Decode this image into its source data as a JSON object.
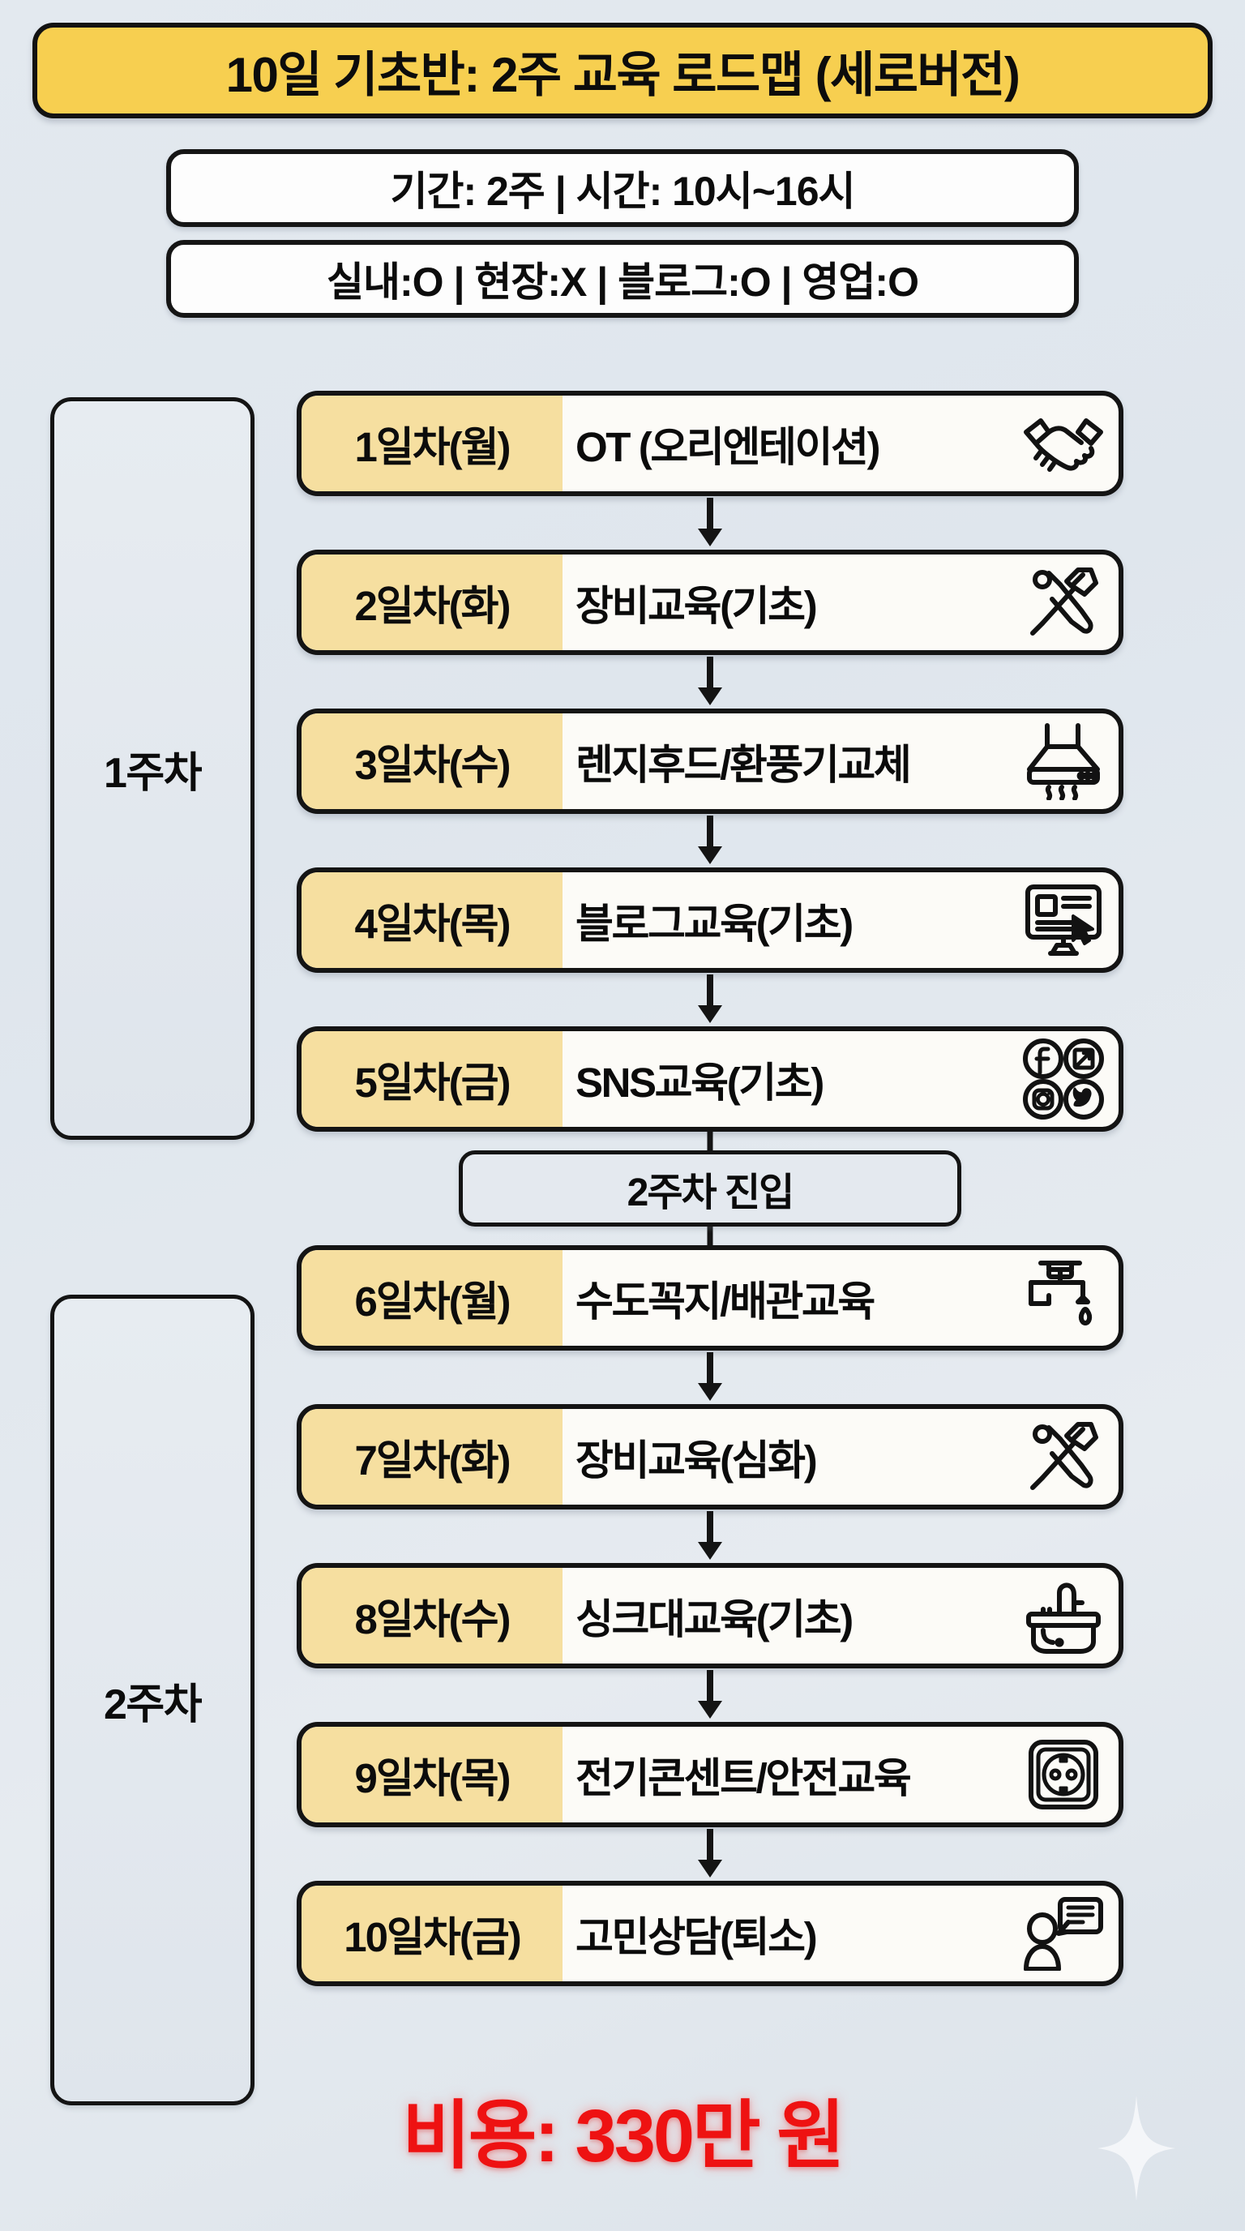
{
  "header": {
    "title": "10일 기초반: 2주 교육 로드맵 (세로버전)",
    "info_line_1": "기간: 2주 | 시간: 10시~16시",
    "info_line_2": "실내:O | 현장:X | 블로그:O | 영업:O",
    "title_bg": "#F7CF50",
    "info_bg": "#FDFDFD"
  },
  "weeks": [
    {
      "label": "1주차"
    },
    {
      "label": "2주차"
    }
  ],
  "divider": {
    "label": "2주차 진입"
  },
  "days": [
    {
      "code": "1일차(월)",
      "title": "OT (오리엔테이션)",
      "icon": "handshake-icon"
    },
    {
      "code": "2일차(화)",
      "title": "장비교육(기초)",
      "icon": "tools-icon"
    },
    {
      "code": "3일차(수)",
      "title": "렌지후드/환풍기교체",
      "icon": "range-hood-icon"
    },
    {
      "code": "4일차(목)",
      "title": "블로그교육(기초)",
      "icon": "monitor-blog-icon"
    },
    {
      "code": "5일차(금)",
      "title": "SNS교육(기초)",
      "icon": "social-media-icon"
    },
    {
      "code": "6일차(월)",
      "title": "수도꼭지/배관교육",
      "icon": "faucet-icon"
    },
    {
      "code": "7일차(화)",
      "title": "장비교육(심화)",
      "icon": "tools-icon"
    },
    {
      "code": "8일차(수)",
      "title": "싱크대교육(기초)",
      "icon": "sink-icon"
    },
    {
      "code": "9일차(목)",
      "title": "전기콘센트/안전교육",
      "icon": "power-outlet-icon"
    },
    {
      "code": "10일차(금)",
      "title": "고민상담(퇴소)",
      "icon": "person-chat-icon"
    }
  ],
  "footer": {
    "price": "비용: 330만 원",
    "price_color": "#EE1212"
  },
  "colors": {
    "background": "#E2E8EE",
    "day_badge": "#F6DFA0",
    "card_bg": "#FCFBF7",
    "outline": "#141414"
  }
}
